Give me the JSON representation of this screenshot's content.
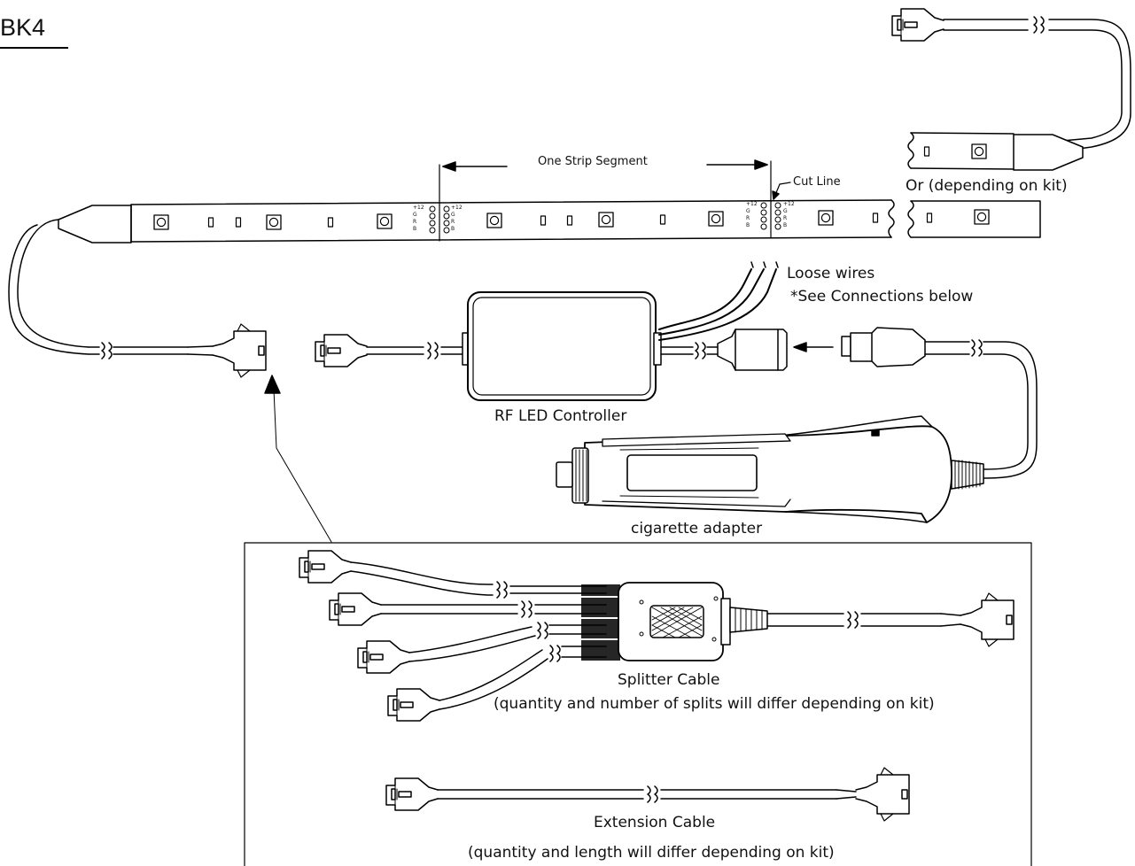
{
  "title": "BK4",
  "labels": {
    "strip_segment": "One Strip Segment",
    "cut_line": "Cut Line",
    "or_kit": "Or (depending on kit)",
    "loose_wires": "Loose wires",
    "see_connections": "*See Connections below",
    "controller": "RF LED Controller",
    "cig_adapter": "cigarette adapter",
    "splitter": "Splitter Cable",
    "splitter_note": "(quantity and number of splits will differ depending on kit)",
    "extension": "Extension Cable",
    "extension_note": "(quantity and length will differ depending on kit)"
  },
  "pad_labels": [
    "+12",
    "G",
    "R",
    "B"
  ],
  "colors": {
    "line": "#000000",
    "background": "#ffffff"
  }
}
